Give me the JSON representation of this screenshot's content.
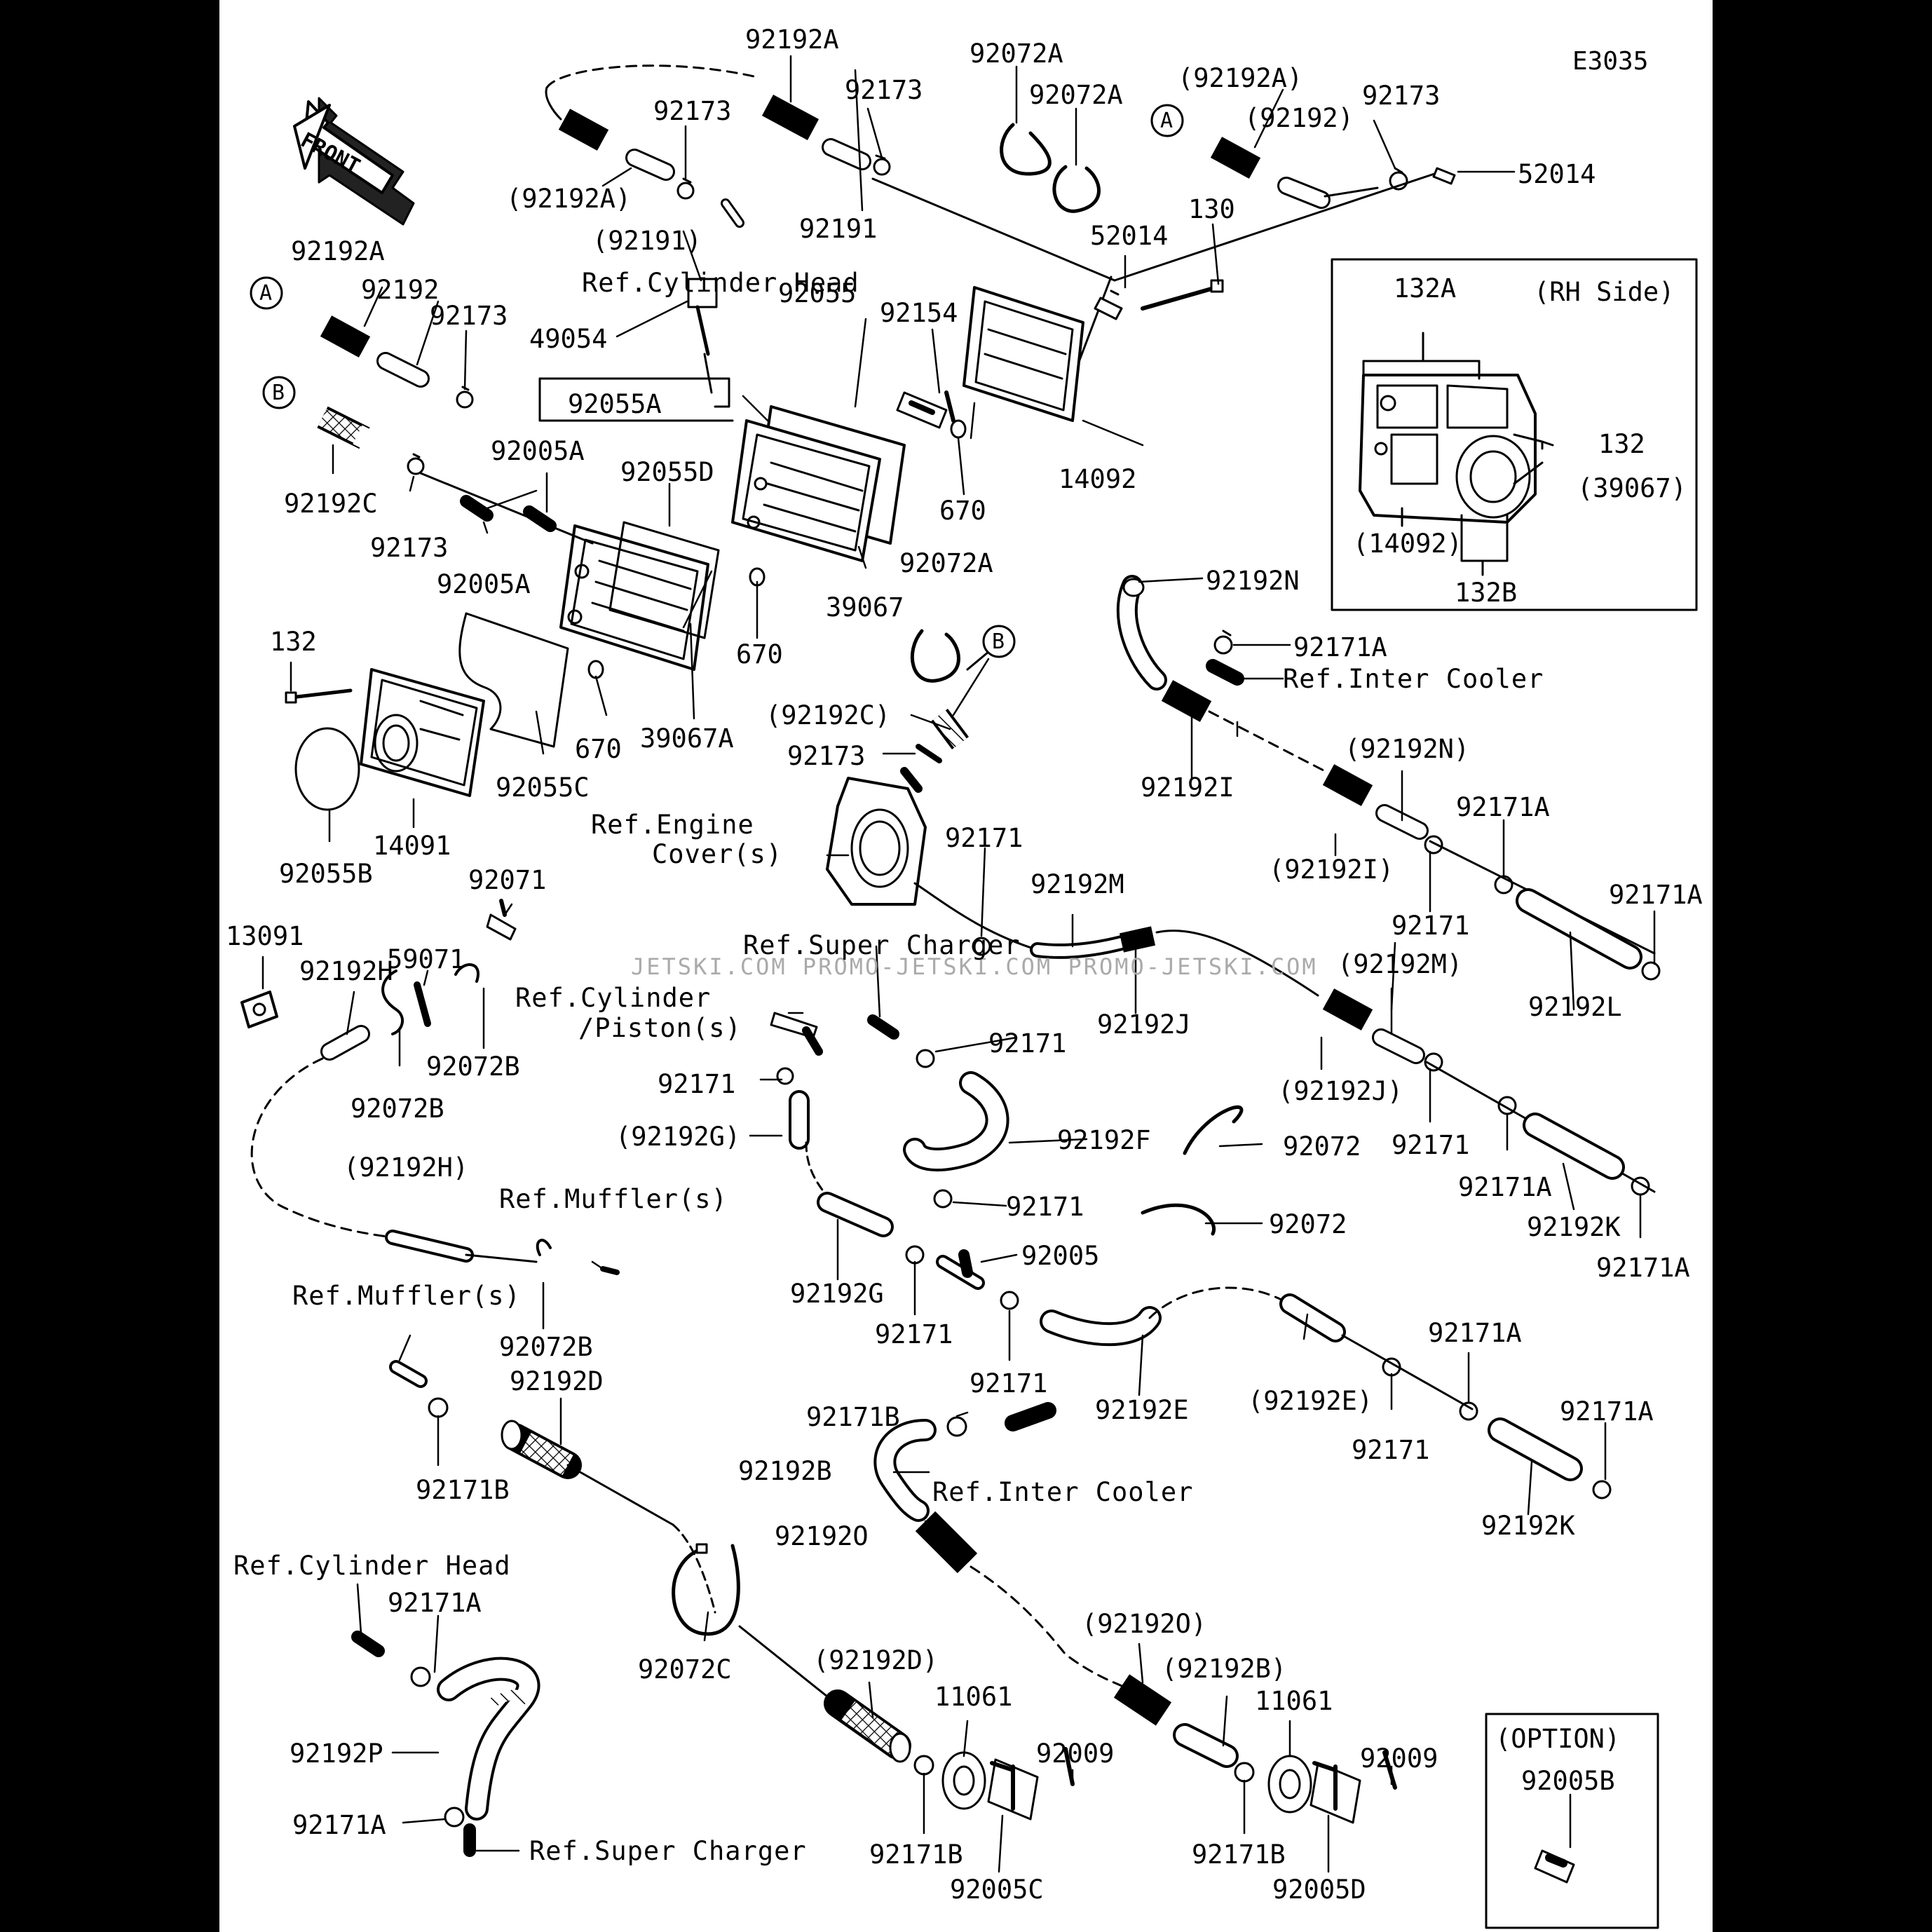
{
  "diagram": {
    "code": "E3035",
    "front_label": "FRONT",
    "markers": {
      "a": "A",
      "b": "B"
    },
    "inset_rh": {
      "title": "(RH Side)",
      "labels": [
        "132A",
        "132",
        "(39067)",
        "(14092)",
        "132B"
      ]
    },
    "option_box": {
      "title": "(OPTION)",
      "part": "92005B"
    },
    "watermark": "JETSKI.COM  PROMO-JETSKI.COM  PROMO-JETSKI.COM",
    "references": {
      "cyl_head_top": "Ref.Cylinder Head",
      "inter_cooler_right": "Ref.Inter Cooler",
      "engine_cover_1": "Ref.Engine",
      "engine_cover_2": "Cover(s)",
      "super_charger_mid": "Ref.Super Charger",
      "cyl_piston_1": "Ref.Cylinder",
      "cyl_piston_2": "/Piston(s)",
      "muffler_1": "Ref.Muffler(s)",
      "muffler_2": "Ref.Muffler(s)",
      "inter_cooler_lower": "Ref.Inter Cooler",
      "cyl_head_bottom": "Ref.Cylinder Head",
      "super_charger_bottom": "Ref.Super Charger"
    },
    "parts": {
      "p92192A_top": "92192A",
      "p92072A_1": "92072A",
      "p92072A_2": "92072A",
      "p92192A_paren_top": "(92192A)",
      "p92192_paren": "(92192)",
      "p92173_tr": "92173",
      "p92173_t": "92173",
      "p92173_t2": "92173",
      "p92192A_paren_l": "(92192A)",
      "p92191_paren": "(92191)",
      "p92191": "92191",
      "p52014_r": "52014",
      "p52014": "52014",
      "p130": "130",
      "p92192A_left": "92192A",
      "p92192": "92192",
      "p92173_l": "92173",
      "p49054": "49054",
      "p92055A": "92055A",
      "p92055": "92055",
      "p92154": "92154",
      "p92005A_1": "92005A",
      "p92055D": "92055D",
      "p92192C": "92192C",
      "p92173_l2": "92173",
      "p92005A_2": "92005A",
      "p670_1": "670",
      "p14092": "14092",
      "p670_2": "670",
      "p39067": "39067",
      "p92072A_3": "92072A",
      "p132": "132",
      "p670_3": "670",
      "p39067A": "39067A",
      "p92055C": "92055C",
      "p14091": "14091",
      "p92055B": "92055B",
      "p92192N": "92192N",
      "p92171A_1": "92171A",
      "p92192C_paren": "(92192C)",
      "p92173_m": "92173",
      "p92192I": "92192I",
      "p92192N_paren": "(92192N)",
      "p92171A_2": "92171A",
      "p92192I_paren": "(92192I)",
      "p92171_r": "92171",
      "p92171A_3": "92171A",
      "p92192L": "92192L",
      "p92171_m": "92171",
      "p92192M": "92192M",
      "p13091": "13091",
      "p92192H": "92192H",
      "p59071": "59071",
      "p92071": "92071",
      "p92072B_1": "92072B",
      "p92072B_2": "92072B",
      "p92192M_paren": "(92192M)",
      "p92192J": "92192J",
      "p92171_m2": "92171",
      "p92171_m3": "92171",
      "p92192J_paren": "(92192J)",
      "p92171_r2": "92171",
      "p92171A_4": "92171A",
      "p92192G_paren": "(92192G)",
      "p92192F": "92192F",
      "p92072_1": "92072",
      "p92192K_1": "92192K",
      "p92192H_paren": "(92192H)",
      "p92171_m4": "92171",
      "p92072_2": "92072",
      "p92171A_5": "92171A",
      "p92005": "92005",
      "p92192G": "92192G",
      "p92072B_3": "92072B",
      "p92171_m5": "92171",
      "p92192D": "92192D",
      "p92171A_6": "92171A",
      "p92171_m6": "92171",
      "p92192E": "92192E",
      "p92192E_paren": "(92192E)",
      "p92171_r3": "92171",
      "p92171A_7": "92171A",
      "p92171B_1": "92171B",
      "p92171B_2": "92171B",
      "p92192B": "92192B",
      "p92192K_2": "92192K",
      "p92192O": "92192O",
      "p92171A_8": "92171A",
      "p92072C": "92072C",
      "p92192O_paren": "(92192O)",
      "p92192D_paren": "(92192D)",
      "p11061_1": "11061",
      "p92192B_paren": "(92192B)",
      "p11061_2": "11061",
      "p92192P": "92192P",
      "p92009_1": "92009",
      "p92009_2": "92009",
      "p92171A_9": "92171A",
      "p92171B_3": "92171B",
      "p92171B_4": "92171B",
      "p92005C": "92005C",
      "p92005D": "92005D"
    }
  }
}
